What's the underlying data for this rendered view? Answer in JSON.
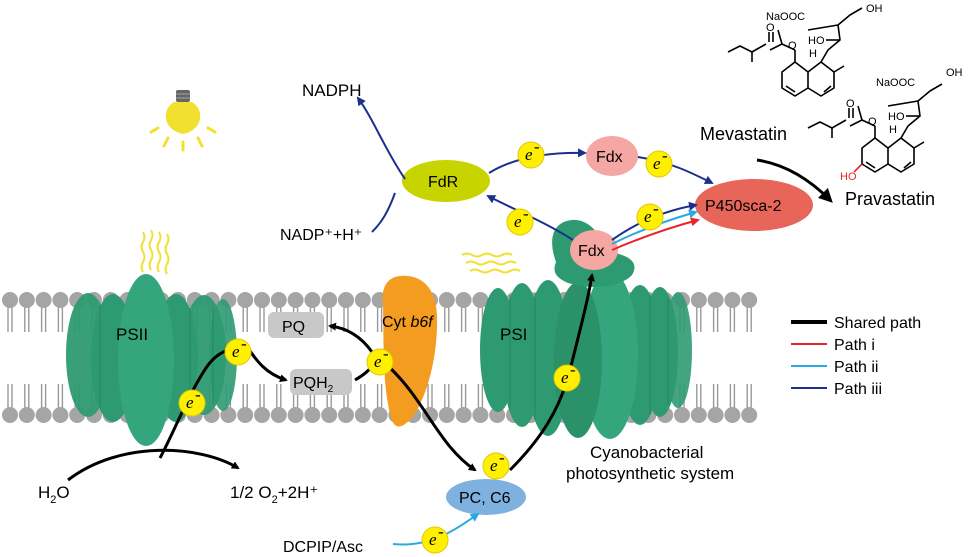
{
  "labels": {
    "nadph": "NADPH",
    "nadp": "NADP⁺+H⁺",
    "fdr": "FdR",
    "fdx_top": "Fdx",
    "fdx_low": "Fdx",
    "p450": "P450sca-2",
    "mevastatin": "Mevastatin",
    "pravastatin": "Pravastatin",
    "psii": "PSII",
    "psi": "PSI",
    "pq": "PQ",
    "pqh2_main": "PQH",
    "pqh2_sub": "2",
    "cyt_main": "Cyt ",
    "cyt_ital": "b6f",
    "pc": "PC, C6",
    "h2o_main": "H",
    "h2o_sub": "2",
    "h2o_tail": "O",
    "o2_main": "1/2 O",
    "o2_sub": "2",
    "o2_tail": "+2H⁺",
    "dcpip": "DCPIP/Asc",
    "system_line1": "Cyanobacterial",
    "system_line2": "photosynthetic system",
    "electron": "e",
    "electron_sup": "-",
    "naooc": "NaOOC",
    "oh": "OH",
    "ho": "HO",
    "h": "H",
    "o": "O"
  },
  "legend": [
    {
      "label": "Shared path",
      "color": "#000000"
    },
    {
      "label": "Path i",
      "color": "#e8252a"
    },
    {
      "label": "Path ii",
      "color": "#29abe2"
    },
    {
      "label": "Path iii",
      "color": "#1b2f8c"
    }
  ],
  "colors": {
    "protein_green": "#2e9a72",
    "cyt_orange": "#f39c1f",
    "fdr_yellow": "#c8d400",
    "fdx_pink": "#f4a7a3",
    "p450_red": "#e8655a",
    "pc_blue": "#7fb1e0",
    "pq_gray": "#c8c8c8",
    "electron_yellow": "#ffef00",
    "bulb_yellow": "#f2e030",
    "membrane_gray": "#999999"
  }
}
